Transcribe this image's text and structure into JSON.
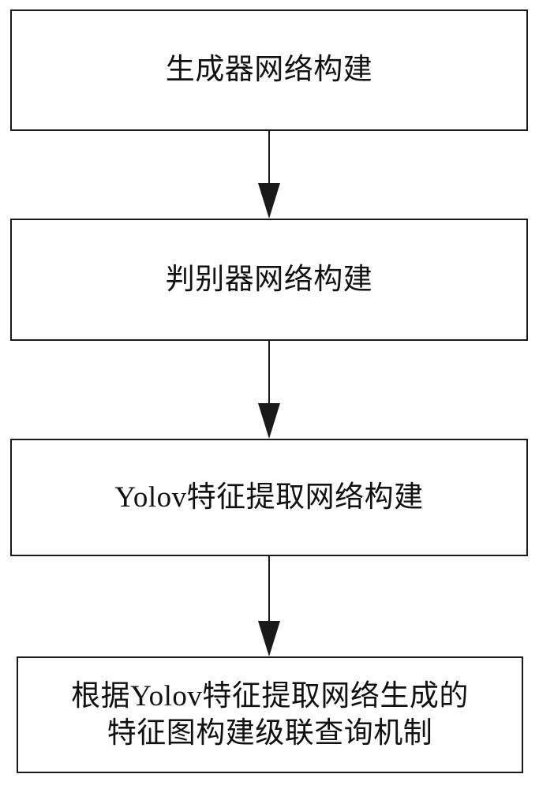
{
  "diagram": {
    "type": "flowchart",
    "orientation": "vertical",
    "background_color": "#ffffff",
    "line_color": "#1a1a1a",
    "text_color": "#111111",
    "nodes": [
      {
        "id": "node-1",
        "label": "生成器网络构建"
      },
      {
        "id": "node-2",
        "label": "判别器网络构建"
      },
      {
        "id": "node-3",
        "label": "Yolov特征提取网络构建"
      },
      {
        "id": "node-4",
        "label": "根据Yolov特征提取网络生成的\n特征图构建级联查询机制"
      }
    ],
    "connectors": [
      {
        "id": "conn-1",
        "from": "node-1",
        "to": "node-2",
        "style": "solid-line-with-filled-arrowhead"
      },
      {
        "id": "conn-2",
        "from": "node-2",
        "to": "node-3",
        "style": "solid-line-with-filled-arrowhead"
      },
      {
        "id": "conn-3",
        "from": "node-3",
        "to": "node-4",
        "style": "solid-line-with-filled-arrowhead"
      }
    ]
  }
}
